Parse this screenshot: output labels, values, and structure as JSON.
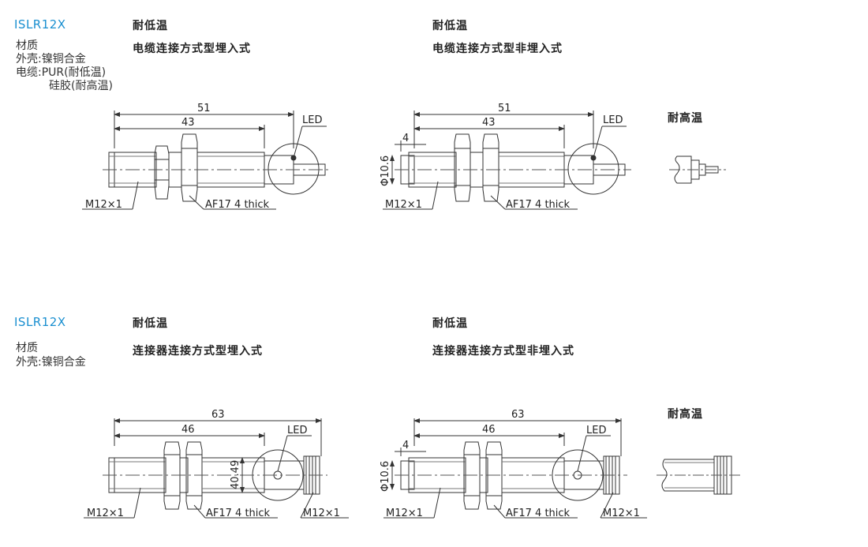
{
  "section1": {
    "model": "ISLR12X",
    "material_lines": [
      "材质",
      "外壳:镍铜合金",
      "电缆:PUR(耐低温)",
      "硅胶(耐高温)"
    ],
    "col_a": {
      "temp": "耐低温",
      "type": "电缆连接方式型埋入式"
    },
    "col_b": {
      "temp": "耐低温",
      "type": "电缆连接方式型非埋入式"
    },
    "col_c": {
      "temp": "耐高温"
    },
    "dims": {
      "total": "51",
      "body": "43",
      "protrusion": "4",
      "diameter": "Φ10.6",
      "thread": "M12×1",
      "nut": "AF17 4 thick",
      "led": "LED"
    }
  },
  "section2": {
    "model": "ISLR12X",
    "material_lines": [
      "材质",
      "外壳:镍铜合金"
    ],
    "col_a": {
      "temp": "耐低温",
      "type": "连接器连接方式型埋入式"
    },
    "col_b": {
      "temp": "耐低温",
      "type": "连接器连接方式型非埋入式"
    },
    "col_c": {
      "temp": "耐高温"
    },
    "dims": {
      "total": "63",
      "body": "46",
      "protrusion": "4",
      "diameter": "Φ10.6",
      "led_pos": "40.49",
      "thread": "M12×1",
      "nut": "AF17 4 thick",
      "connector_thread": "M12×1",
      "led": "LED"
    }
  }
}
